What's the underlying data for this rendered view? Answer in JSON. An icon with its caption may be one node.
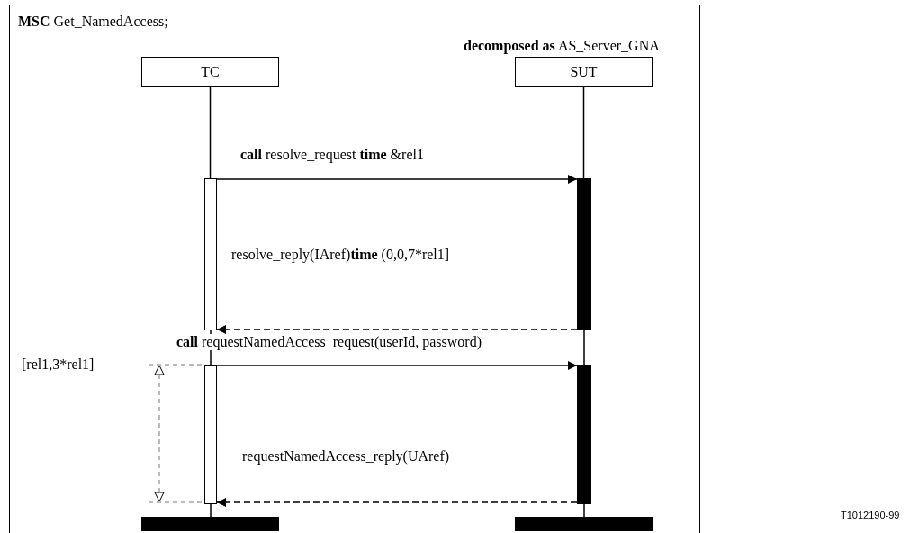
{
  "diagram": {
    "title": "**MSC** Get_NamedAccess;",
    "nodes": [
      {
        "text": [
          "TC"
        ]
      },
      {
        "text": [
          "SUT"
        ],
        "beside": [
          "**decomposed as** AS_Server_GNA"
        ]
      },
      {
        "text": [],
        "shape": "box"
      },
      {
        "text": [],
        "shape": "bar"
      },
      {
        "text": [],
        "shape": "box"
      },
      {
        "text": [],
        "shape": "bar"
      },
      {
        "text": [],
        "shape": "bar"
      },
      {
        "text": [],
        "shape": "bar"
      }
    ],
    "edges": [
      {
        "from": 0,
        "to": 2,
        "arrow": "none"
      },
      {
        "from": 2,
        "to": 4,
        "arrow": "none"
      },
      {
        "from": 4,
        "to": 6,
        "arrow": "none"
      },
      {
        "from": 1,
        "to": 3,
        "arrow": "none"
      },
      {
        "from": 3,
        "to": 5,
        "arrow": "none"
      },
      {
        "from": 5,
        "to": 7,
        "arrow": "none"
      },
      {
        "from": 2,
        "to": 3,
        "arrow": "to",
        "label": "**call** resolve_request **time** &rel1"
      },
      {
        "from": 3,
        "to": 2,
        "arrow": "to",
        "style": "dashed",
        "label": "resolve_reply(IAref)**time** (0,0,7*rel1]"
      },
      {
        "from": 4,
        "to": 5,
        "arrow": "to",
        "label": "**call** requestNamedAccess_request(userId, password)"
      },
      {
        "from": 5,
        "to": 4,
        "arrow": "to",
        "style": "dashed",
        "label": "requestNamedAccess_reply(UAref)"
      }
    ],
    "labels": [
      "[rel1,3*rel1]",
      "T1012190-99"
    ]
  }
}
